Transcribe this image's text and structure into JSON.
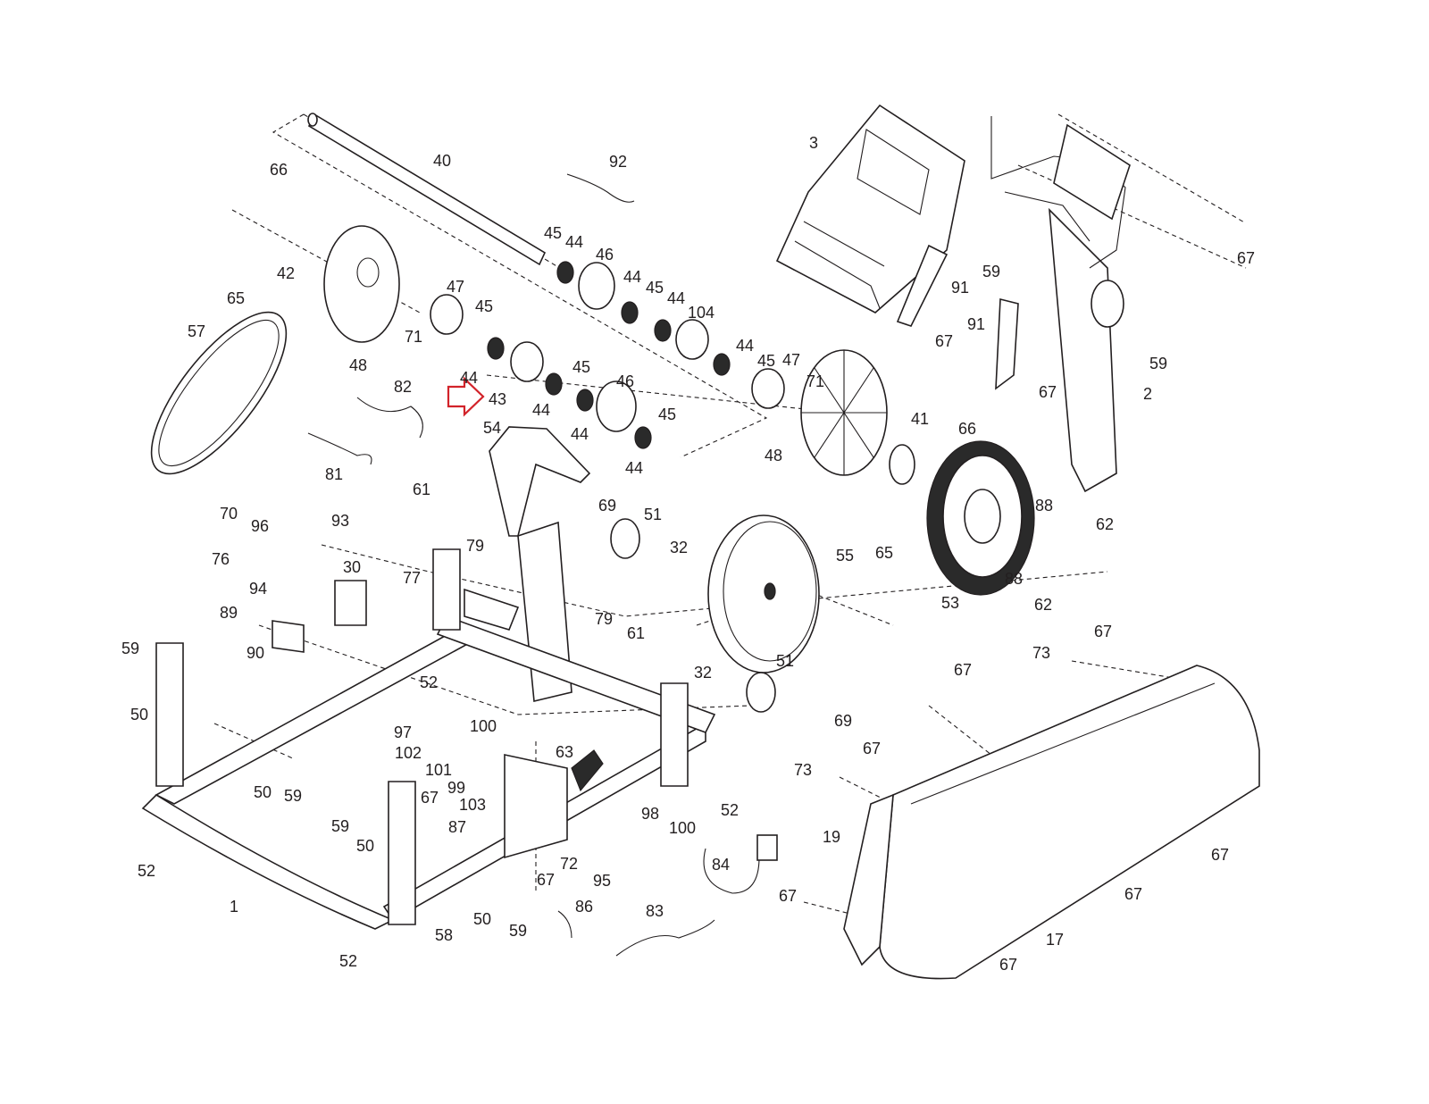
{
  "diagram": {
    "callout_color": "#d2232a",
    "callout_icon": "arrow-right-outline-icon",
    "labels": [
      "40",
      "92",
      "66",
      "3",
      "67",
      "59",
      "91",
      "42",
      "65",
      "45",
      "44",
      "46",
      "44",
      "45",
      "44",
      "104",
      "47",
      "45",
      "71",
      "57",
      "48",
      "44",
      "45",
      "47",
      "91",
      "67",
      "59",
      "44",
      "45",
      "43",
      "82",
      "44",
      "46",
      "71",
      "67",
      "2",
      "44",
      "45",
      "44",
      "54",
      "41",
      "66",
      "48",
      "81",
      "61",
      "69",
      "51",
      "88",
      "62",
      "70",
      "96",
      "93",
      "79",
      "32",
      "65",
      "55",
      "76",
      "30",
      "77",
      "94",
      "88",
      "89",
      "79",
      "61",
      "62",
      "53",
      "90",
      "59",
      "73",
      "67",
      "67",
      "50",
      "52",
      "32",
      "51",
      "69",
      "97",
      "100",
      "102",
      "63",
      "67",
      "101",
      "73",
      "99",
      "50",
      "59",
      "67",
      "52",
      "103",
      "87",
      "98",
      "100",
      "59",
      "19",
      "50",
      "72",
      "52",
      "67",
      "84",
      "95",
      "67",
      "67",
      "67",
      "1",
      "86",
      "83",
      "50",
      "59",
      "58",
      "17",
      "52",
      "67"
    ]
  }
}
